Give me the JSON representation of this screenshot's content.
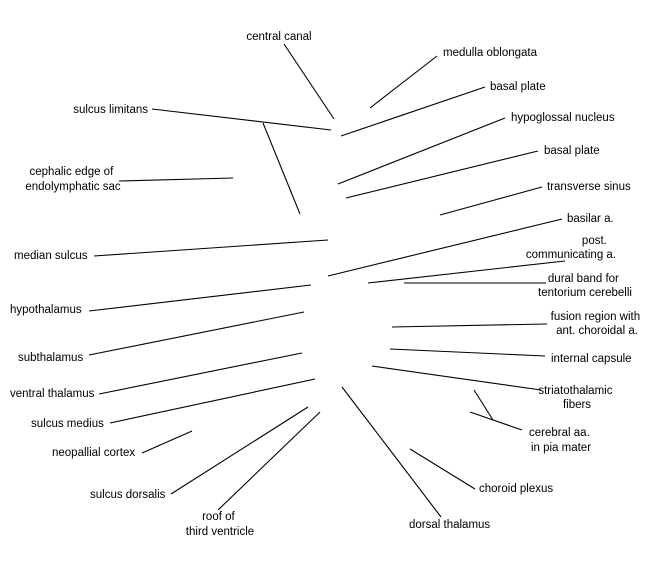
{
  "line_color": "#000000",
  "labels": {
    "central_canal": "central canal",
    "medulla_oblongata": "medulla oblongata",
    "basal_plate_1": "basal plate",
    "sulcus_limitans": "sulcus limitans",
    "hypoglossal_nucleus": "hypoglossal nucleus",
    "basal_plate_2": "basal plate",
    "cephalic_edge": [
      "cephalic edge of",
      "endolymphatic sac"
    ],
    "transverse_sinus": "transverse sinus",
    "basilar_a": "basilar a.",
    "post_communicating_a": [
      "post.",
      "communicating a."
    ],
    "median_sulcus": "median sulcus",
    "dural_band": [
      "dural band for",
      "tentorium cerebelli"
    ],
    "hypothalamus": "hypothalamus",
    "fusion_region": [
      "fusion region with",
      "ant. choroidal a."
    ],
    "subthalamus": "subthalamus",
    "internal_capsule": "internal capsule",
    "ventral_thalamus": "ventral thalamus",
    "striatothalamic_fibers": [
      "striatothalamic",
      "fibers"
    ],
    "sulcus_medius": "sulcus medius",
    "cerebral_aa": [
      "cerebral aa.",
      "in pia mater"
    ],
    "neopallial_cortex": "neopallial cortex",
    "choroid_plexus": "choroid plexus",
    "sulcus_dorsalis": "sulcus dorsalis",
    "roof_third_ventricle": [
      "roof of",
      "third ventricle"
    ],
    "dorsal_thalamus": "dorsal thalamus"
  }
}
